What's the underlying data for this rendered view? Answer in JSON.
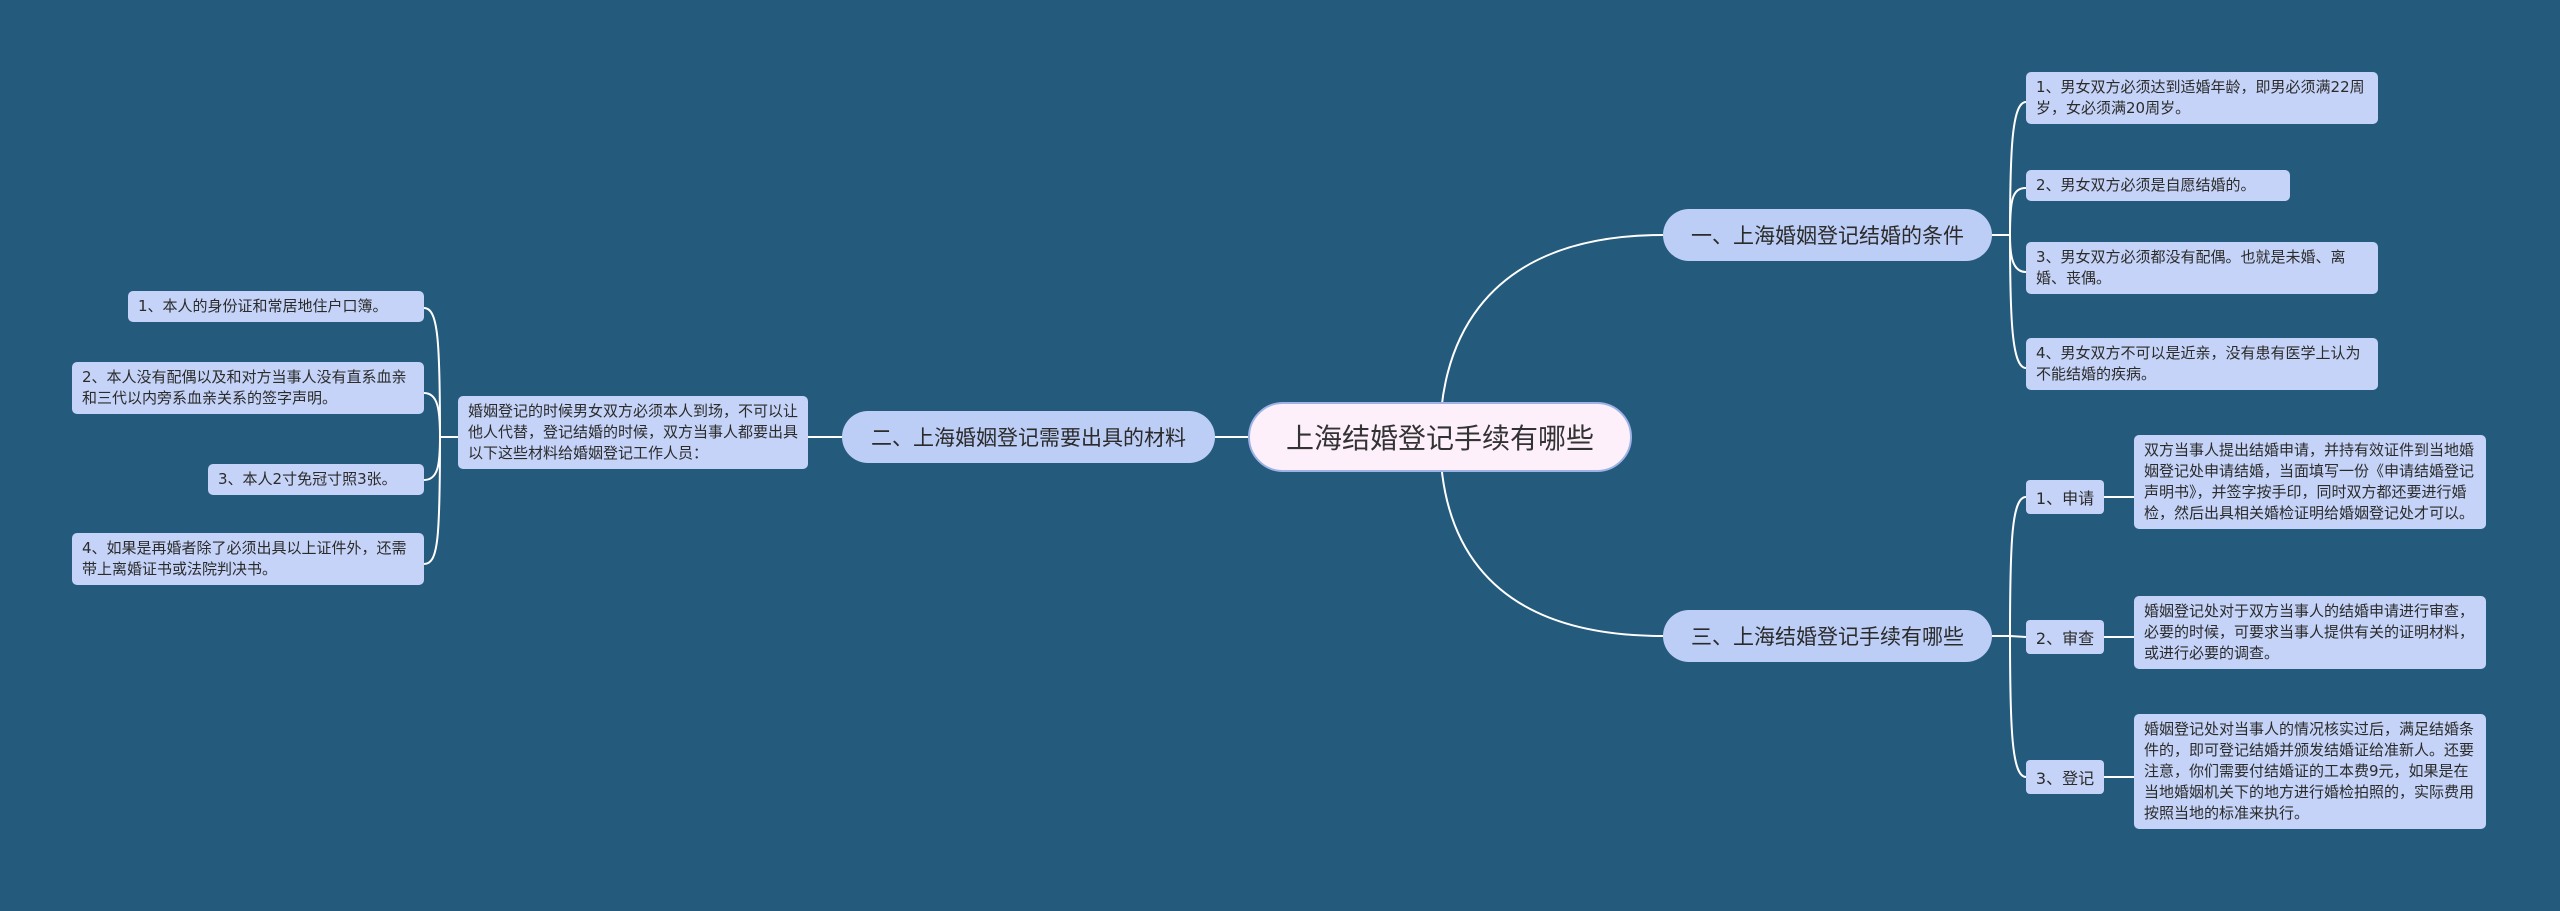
{
  "root": {
    "label": "上海结婚登记手续有哪些"
  },
  "branches": {
    "conditions": {
      "label": "一、上海婚姻登记结婚的条件",
      "items": [
        "1、男女双方必须达到适婚年龄，即男必须满22周岁，女必须满20周岁。",
        "2、男女双方必须是自愿结婚的。",
        "3、男女双方必须都没有配偶。也就是未婚、离婚、丧偶。",
        "4、男女双方不可以是近亲，没有患有医学上认为不能结婚的疾病。"
      ]
    },
    "materials": {
      "label": "二、上海婚姻登记需要出具的材料",
      "intro": "婚姻登记的时候男女双方必须本人到场，不可以让他人代替，登记结婚的时候，双方当事人都要出具以下这些材料给婚姻登记工作人员：",
      "items": [
        "1、本人的身份证和常居地住户口簿。",
        "2、本人没有配偶以及和对方当事人没有直系血亲和三代以内旁系血亲关系的签字声明。",
        "3、本人2寸免冠寸照3张。",
        "4、如果是再婚者除了必须出具以上证件外，还需带上离婚证书或法院判决书。"
      ]
    },
    "procedures": {
      "label": "三、上海结婚登记手续有哪些",
      "steps": [
        {
          "tag": "1、申请",
          "text": "双方当事人提出结婚申请，并持有效证件到当地婚姻登记处申请结婚，当面填写一份《申请结婚登记声明书》，并签字按手印，同时双方都还要进行婚检，然后出具相关婚检证明给婚姻登记处才可以。"
        },
        {
          "tag": "2、审查",
          "text": "婚姻登记处对于双方当事人的结婚申请进行审查，必要的时候，可要求当事人提供有关的证明材料，或进行必要的调查。"
        },
        {
          "tag": "3、登记",
          "text": "婚姻登记处对当事人的情况核实过后，满足结婚条件的，即可登记结婚并颁发结婚证给准新人。还要注意，你们需要付结婚证的工本费9元，如果是在当地婚姻机关下的地方进行婚检拍照的，实际费用按照当地的标准来执行。"
        }
      ]
    }
  },
  "colors": {
    "background": "#245a7c",
    "line": "#ffffff",
    "branch_fill": "#bccdf6",
    "leaf_fill": "#c4d3f7",
    "root_fill": "#fdf0fb"
  }
}
